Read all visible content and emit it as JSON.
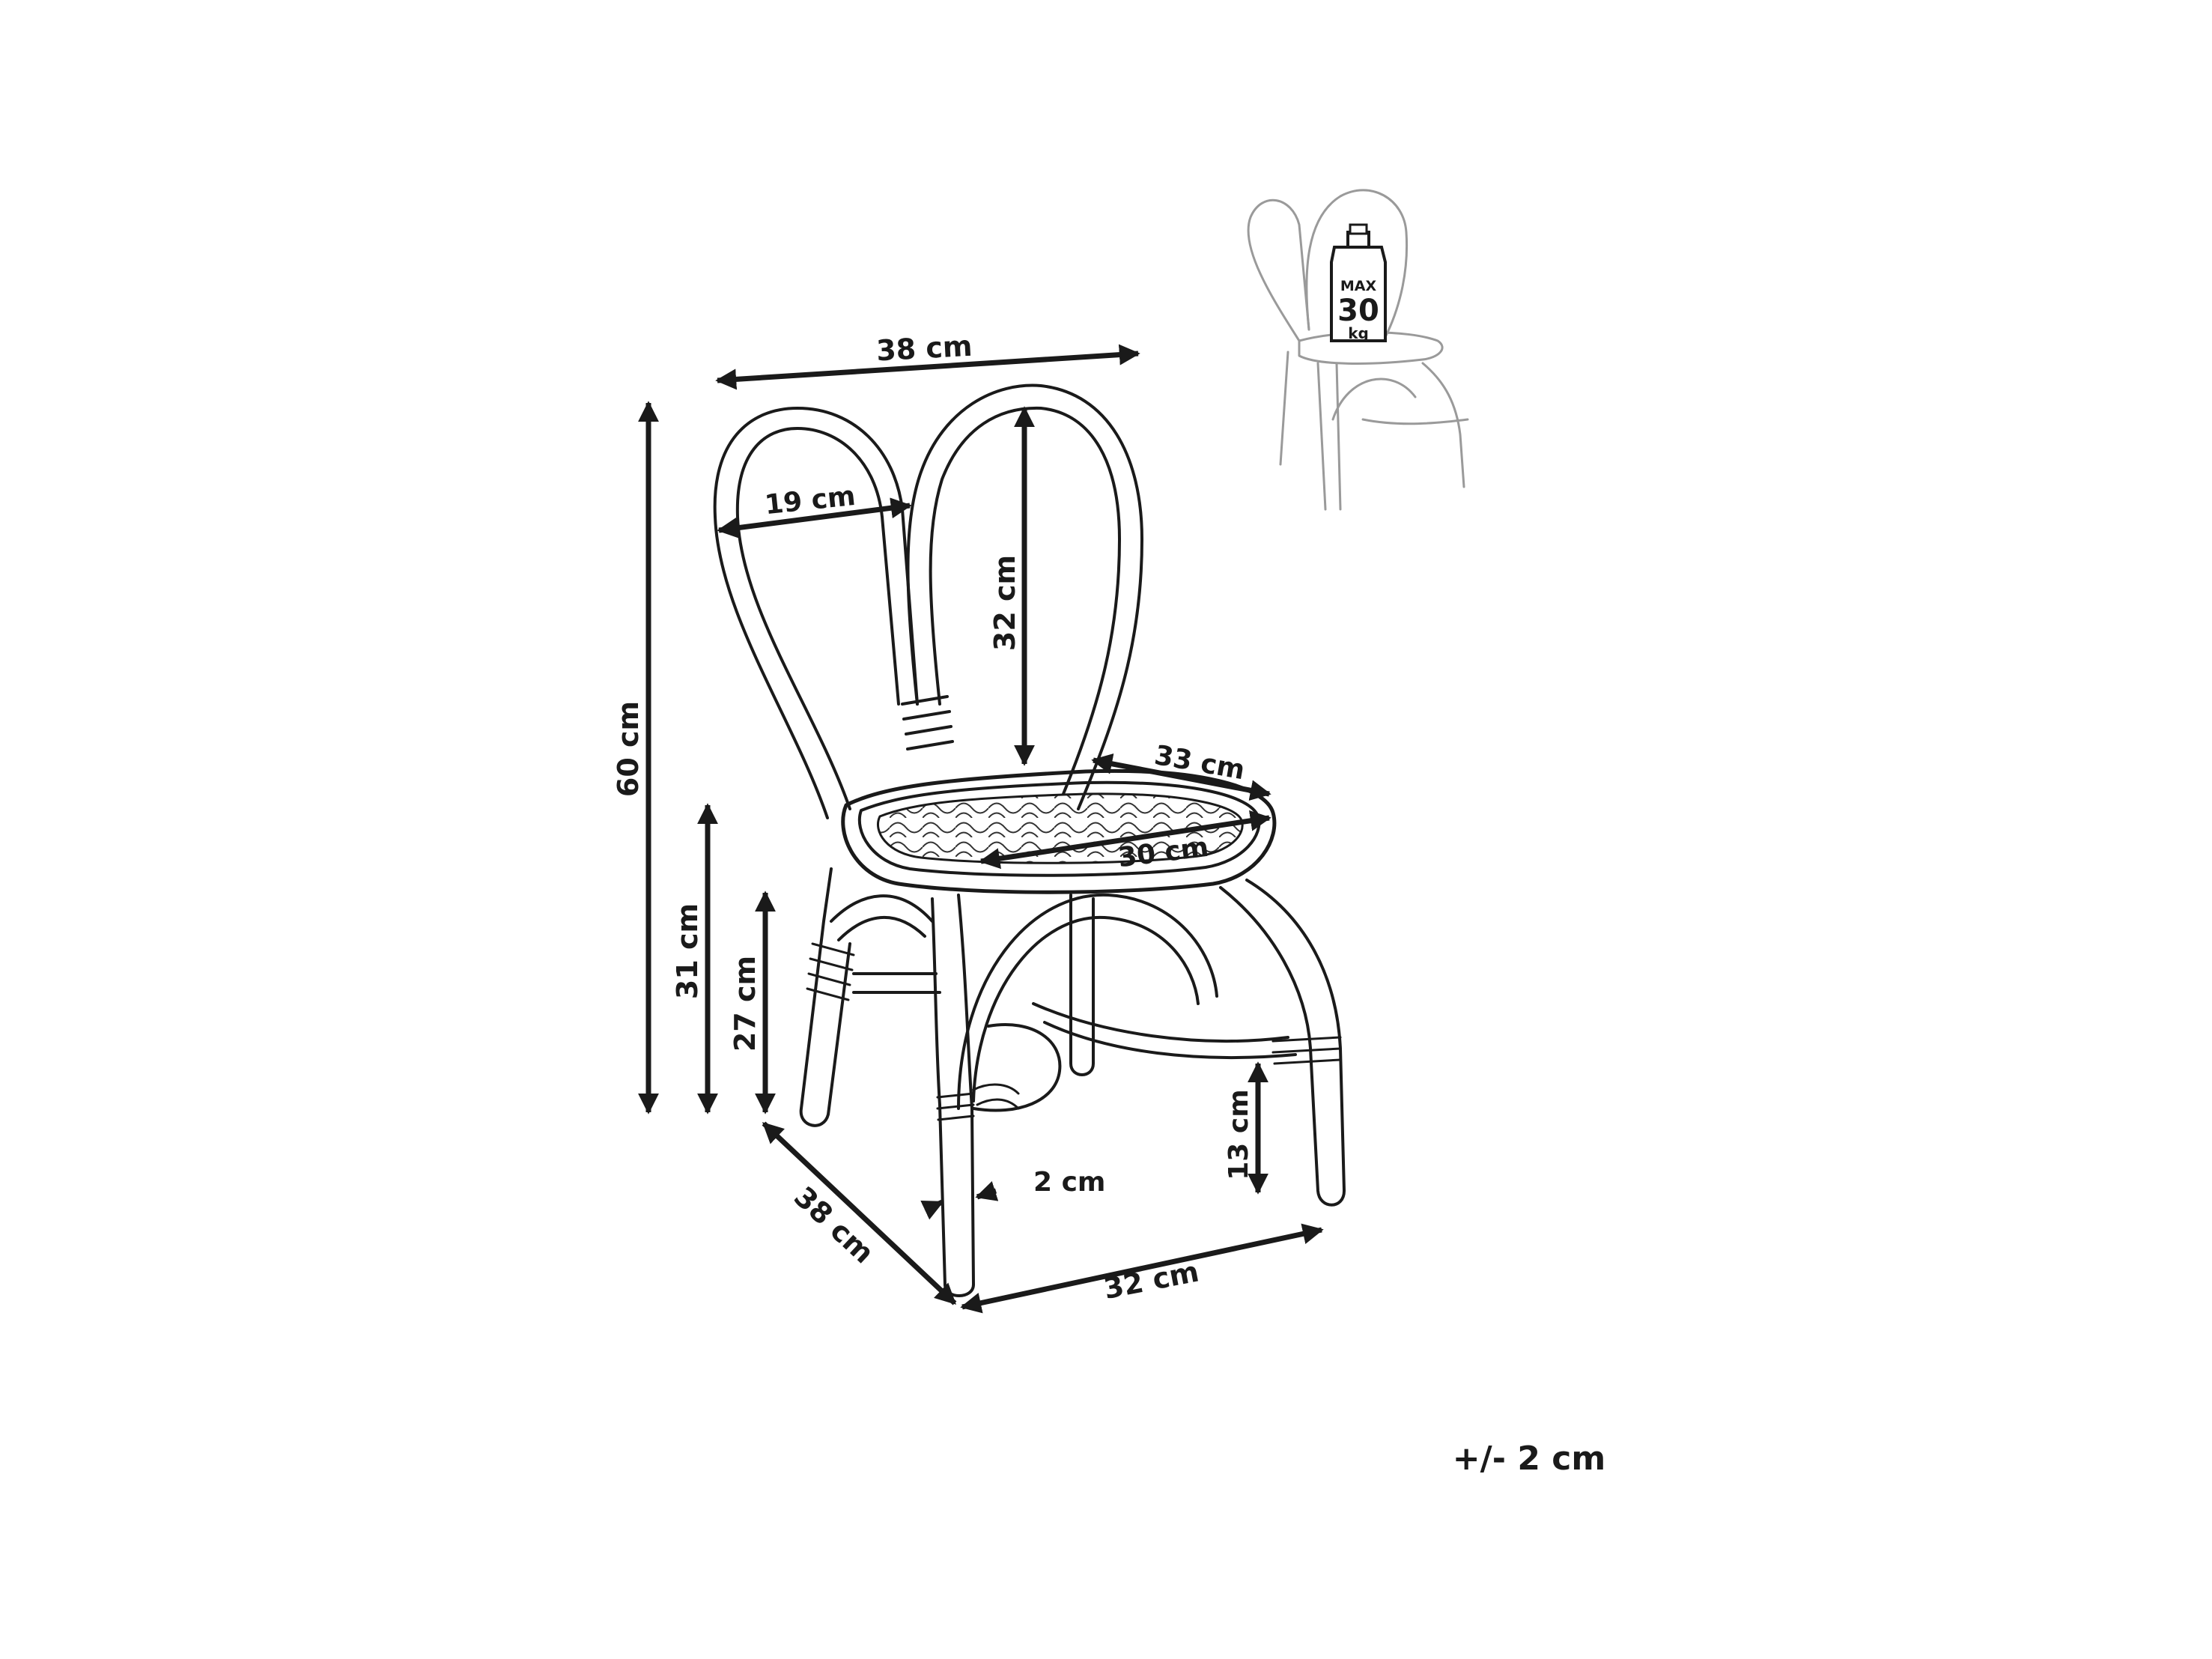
{
  "dimensions": {
    "top_width": "38 cm",
    "back_loop_width": "19 cm",
    "back_height": "32 cm",
    "total_height": "60 cm",
    "seat_height": "31 cm",
    "leg_height": "27 cm",
    "seat_depth": "33 cm",
    "seat_width": "30 cm",
    "stretcher_height": "13 cm",
    "leg_diameter": "2 cm",
    "base_depth": "38 cm",
    "base_width": "32 cm"
  },
  "max_load": {
    "label_max": "MAX",
    "label_value": "30",
    "label_unit": "kg"
  },
  "tolerance": "+/- 2 cm",
  "colors": {
    "ink": "#1a1a1a",
    "thumbnail": "#9a9a9a",
    "background": "#ffffff"
  }
}
